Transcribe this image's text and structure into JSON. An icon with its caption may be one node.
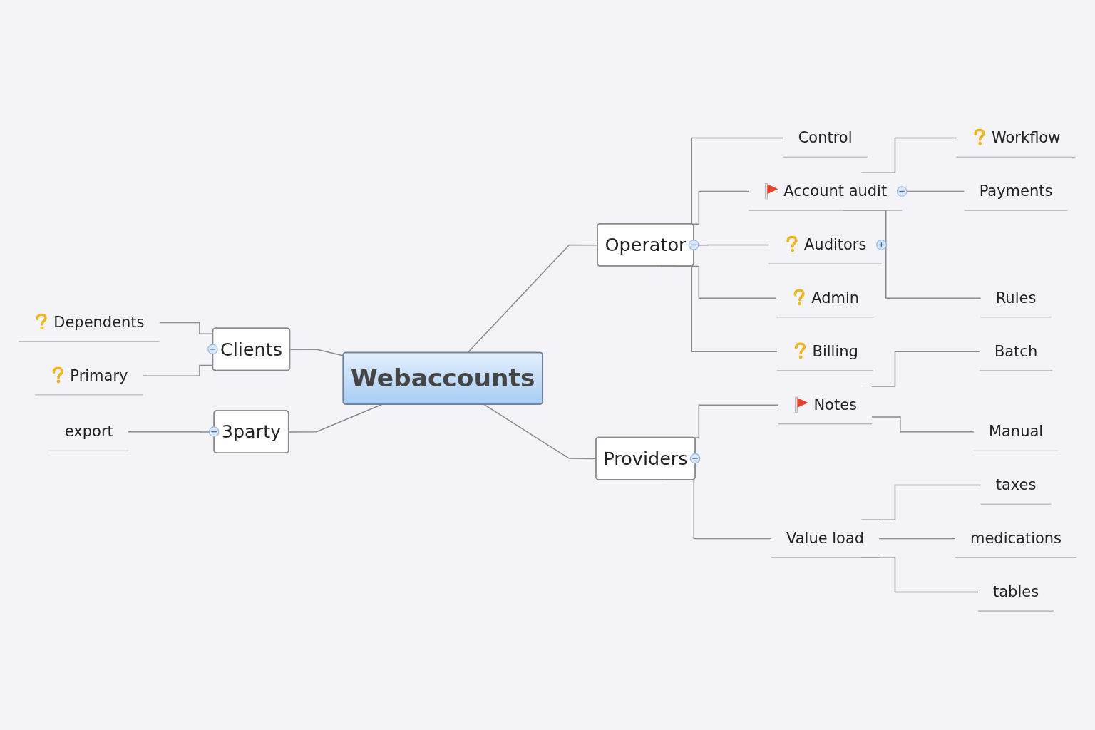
{
  "diagram": {
    "nodes": [
      {
        "text": [
          "Webaccounts"
        ]
      },
      {
        "text": [
          "Clients"
        ]
      },
      {
        "text": [
          "Dependents"
        ]
      },
      {
        "text": [
          "Primary"
        ]
      },
      {
        "text": [
          "3party"
        ]
      },
      {
        "text": [
          "export"
        ]
      },
      {
        "text": [
          "Operator"
        ]
      },
      {
        "text": [
          "Control"
        ]
      },
      {
        "text": [
          "Account audit"
        ]
      },
      {
        "text": [
          "Workflow"
        ]
      },
      {
        "text": [
          "Payments"
        ]
      },
      {
        "text": [
          "Rules"
        ]
      },
      {
        "text": [
          "Auditors"
        ]
      },
      {
        "text": [
          "Admin"
        ]
      },
      {
        "text": [
          "Billing"
        ]
      },
      {
        "text": [
          "Providers"
        ]
      },
      {
        "text": [
          "Notes"
        ]
      },
      {
        "text": [
          "Batch"
        ]
      },
      {
        "text": [
          "Manual"
        ]
      },
      {
        "text": [
          "Value load"
        ]
      },
      {
        "text": [
          "taxes"
        ]
      },
      {
        "text": [
          "medications"
        ]
      },
      {
        "text": [
          "tables"
        ]
      }
    ],
    "edges": [
      {
        "from": 2,
        "to": 1,
        "arrow": "none"
      },
      {
        "from": 3,
        "to": 1,
        "arrow": "none"
      },
      {
        "from": 1,
        "to": 0,
        "arrow": "none"
      },
      {
        "from": 5,
        "to": 4,
        "arrow": "none"
      },
      {
        "from": 4,
        "to": 0,
        "arrow": "none"
      },
      {
        "from": 0,
        "to": 6,
        "arrow": "none"
      },
      {
        "from": 6,
        "to": 7,
        "arrow": "none"
      },
      {
        "from": 6,
        "to": 8,
        "arrow": "none"
      },
      {
        "from": 8,
        "to": 9,
        "arrow": "none"
      },
      {
        "from": 8,
        "to": 10,
        "arrow": "none"
      },
      {
        "from": 8,
        "to": 11,
        "arrow": "none"
      },
      {
        "from": 6,
        "to": 12,
        "arrow": "none"
      },
      {
        "from": 6,
        "to": 13,
        "arrow": "none"
      },
      {
        "from": 6,
        "to": 14,
        "arrow": "none"
      },
      {
        "from": 0,
        "to": 15,
        "arrow": "none"
      },
      {
        "from": 15,
        "to": 16,
        "arrow": "none"
      },
      {
        "from": 16,
        "to": 17,
        "arrow": "none"
      },
      {
        "from": 16,
        "to": 18,
        "arrow": "none"
      },
      {
        "from": 15,
        "to": 19,
        "arrow": "none"
      },
      {
        "from": 19,
        "to": 20,
        "arrow": "none"
      },
      {
        "from": 19,
        "to": 21,
        "arrow": "none"
      },
      {
        "from": 19,
        "to": 22,
        "arrow": "none"
      }
    ]
  }
}
